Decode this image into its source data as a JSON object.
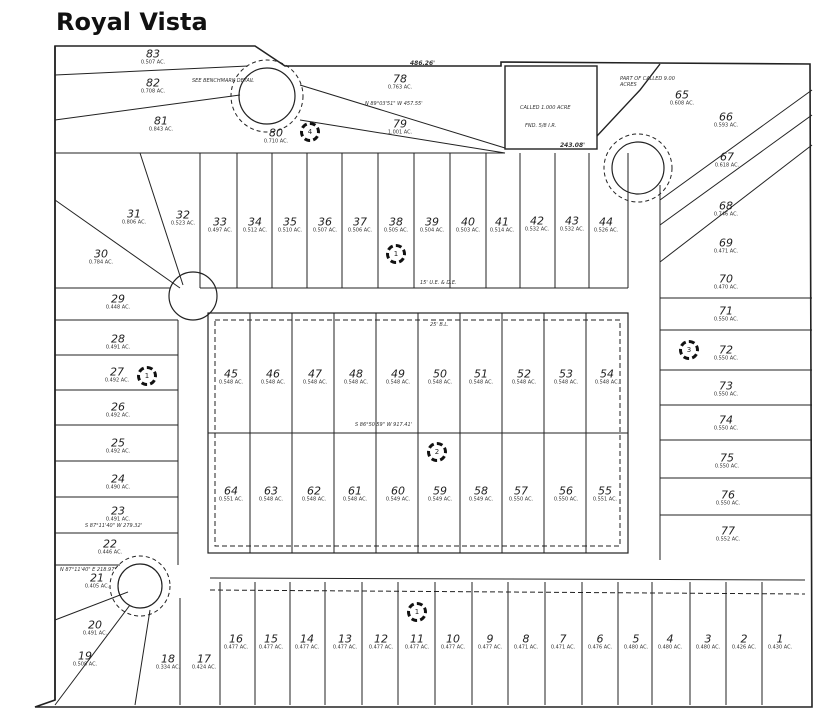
{
  "title": "Royal Vista",
  "lots": [
    {
      "no": "1",
      "acres": "0.430 AC."
    },
    {
      "no": "2",
      "acres": "0.426 AC."
    },
    {
      "no": "3",
      "acres": "0.480 AC."
    },
    {
      "no": "4",
      "acres": "0.480 AC."
    },
    {
      "no": "5",
      "acres": "0.480 AC."
    },
    {
      "no": "6",
      "acres": "0.476 AC."
    },
    {
      "no": "7",
      "acres": "0.471 AC."
    },
    {
      "no": "8",
      "acres": "0.471 AC."
    },
    {
      "no": "9",
      "acres": "0.477 AC."
    },
    {
      "no": "10",
      "acres": "0.477 AC."
    },
    {
      "no": "11",
      "acres": "0.477 AC."
    },
    {
      "no": "12",
      "acres": "0.477 AC."
    },
    {
      "no": "13",
      "acres": "0.477 AC."
    },
    {
      "no": "14",
      "acres": "0.477 AC."
    },
    {
      "no": "15",
      "acres": "0.477 AC."
    },
    {
      "no": "16",
      "acres": "0.477 AC."
    },
    {
      "no": "17",
      "acres": "0.424 AC."
    },
    {
      "no": "18",
      "acres": "0.334 AC."
    },
    {
      "no": "19",
      "acres": "0.508 AC."
    },
    {
      "no": "20",
      "acres": "0.491 AC."
    },
    {
      "no": "21",
      "acres": "0.405 AC."
    },
    {
      "no": "22",
      "acres": "0.446 AC."
    },
    {
      "no": "23",
      "acres": "0.491 AC."
    },
    {
      "no": "24",
      "acres": "0.490 AC."
    },
    {
      "no": "25",
      "acres": "0.492 AC."
    },
    {
      "no": "26",
      "acres": "0.492 AC."
    },
    {
      "no": "27",
      "acres": "0.492 AC."
    },
    {
      "no": "28",
      "acres": "0.491 AC."
    },
    {
      "no": "29",
      "acres": "0.448 AC."
    },
    {
      "no": "30",
      "acres": "0.784 AC."
    },
    {
      "no": "31",
      "acres": "0.806 AC."
    },
    {
      "no": "32",
      "acres": "0.523 AC."
    },
    {
      "no": "33",
      "acres": "0.497 AC."
    },
    {
      "no": "34",
      "acres": "0.512 AC."
    },
    {
      "no": "35",
      "acres": "0.510 AC."
    },
    {
      "no": "36",
      "acres": "0.507 AC."
    },
    {
      "no": "37",
      "acres": "0.506 AC."
    },
    {
      "no": "38",
      "acres": "0.505 AC."
    },
    {
      "no": "39",
      "acres": "0.504 AC."
    },
    {
      "no": "40",
      "acres": "0.503 AC."
    },
    {
      "no": "41",
      "acres": "0.514 AC."
    },
    {
      "no": "42",
      "acres": "0.532 AC."
    },
    {
      "no": "43",
      "acres": "0.532 AC."
    },
    {
      "no": "44",
      "acres": "0.526 AC."
    },
    {
      "no": "45",
      "acres": "0.548 AC."
    },
    {
      "no": "46",
      "acres": "0.548 AC."
    },
    {
      "no": "47",
      "acres": "0.548 AC."
    },
    {
      "no": "48",
      "acres": "0.548 AC."
    },
    {
      "no": "49",
      "acres": "0.548 AC."
    },
    {
      "no": "50",
      "acres": "0.548 AC."
    },
    {
      "no": "51",
      "acres": "0.548 AC."
    },
    {
      "no": "52",
      "acres": "0.548 AC."
    },
    {
      "no": "53",
      "acres": "0.548 AC."
    },
    {
      "no": "54",
      "acres": "0.548 AC."
    },
    {
      "no": "55",
      "acres": "0.551 AC."
    },
    {
      "no": "56",
      "acres": "0.550 AC."
    },
    {
      "no": "57",
      "acres": "0.550 AC."
    },
    {
      "no": "58",
      "acres": "0.549 AC."
    },
    {
      "no": "59",
      "acres": "0.549 AC."
    },
    {
      "no": "60",
      "acres": "0.549 AC."
    },
    {
      "no": "61",
      "acres": "0.548 AC."
    },
    {
      "no": "62",
      "acres": "0.548 AC."
    },
    {
      "no": "63",
      "acres": "0.548 AC."
    },
    {
      "no": "64",
      "acres": "0.551 AC."
    },
    {
      "no": "65",
      "acres": "0.608 AC."
    },
    {
      "no": "66",
      "acres": "0.593 AC."
    },
    {
      "no": "67",
      "acres": "0.618 AC."
    },
    {
      "no": "68",
      "acres": "0.746 AC."
    },
    {
      "no": "69",
      "acres": "0.471 AC."
    },
    {
      "no": "70",
      "acres": "0.470 AC."
    },
    {
      "no": "71",
      "acres": "0.550 AC."
    },
    {
      "no": "72",
      "acres": "0.550 AC."
    },
    {
      "no": "73",
      "acres": "0.550 AC."
    },
    {
      "no": "74",
      "acres": "0.550 AC."
    },
    {
      "no": "75",
      "acres": "0.550 AC."
    },
    {
      "no": "76",
      "acres": "0.550 AC."
    },
    {
      "no": "77",
      "acres": "0.552 AC."
    },
    {
      "no": "78",
      "acres": "0.763 AC."
    },
    {
      "no": "79",
      "acres": "1.001 AC."
    },
    {
      "no": "80",
      "acres": "0.710 AC."
    },
    {
      "no": "81",
      "acres": "0.843 AC."
    },
    {
      "no": "82",
      "acres": "0.708 AC."
    },
    {
      "no": "83",
      "acres": "0.507 AC."
    }
  ],
  "blocks": [
    "1",
    "2",
    "3",
    "4"
  ],
  "notes": {
    "called_acre": "CALLED 1.000 ACRE",
    "fnd_iron": "FND. 5/8 I.R.",
    "ue_de": "15' U.E. & D.E.",
    "bl": "25' B.L.",
    "bearing_north": "N 89°03'51\" W  457.55'",
    "bearing_center": "S 86°50'59\" W  917.41'",
    "bearing_lot23": "S 87°11'40\" W  279.32'",
    "bearing_lot21": "N 87°11'40\" E  218.97'",
    "dist_243": "243.08'",
    "dist_486": "486.26'",
    "benchmark": "SEE BENCHMARK DETAIL",
    "part_of": "PART OF CALLED 9.00 ACRES"
  }
}
